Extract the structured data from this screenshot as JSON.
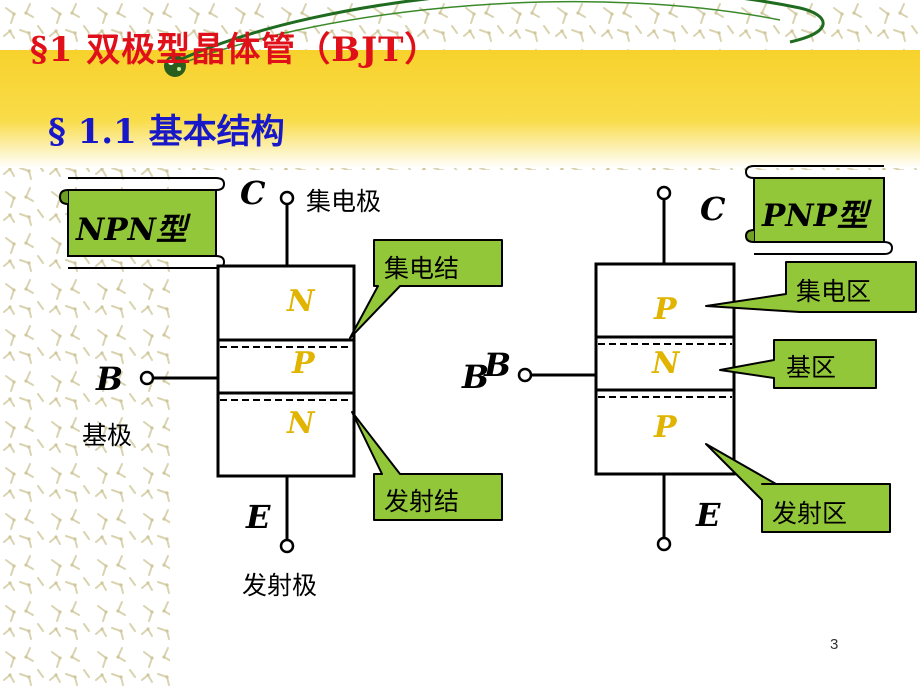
{
  "title": "§1  双极型晶体管（BJT）",
  "subtitle": "§ 1.1  基本结构",
  "npn": {
    "type_label": "NPN型",
    "c": "C",
    "b": "B",
    "e": "E",
    "collector_label": "集电极",
    "base_label": "基极",
    "emitter_label": "发射极",
    "regions": [
      "N",
      "P",
      "N"
    ],
    "callout_top": "集电结",
    "callout_bottom": "发射结"
  },
  "pnp": {
    "type_label": "PNP型",
    "c": "C",
    "b": "B",
    "e": "E",
    "regions": [
      "P",
      "N",
      "P"
    ],
    "callout_top": "集电区",
    "callout_mid": "基区",
    "callout_bottom": "发射区"
  },
  "colors": {
    "title": "#e0101a",
    "subtitle": "#1818c8",
    "band": "#f7d22c",
    "region_letter": "#e0b400",
    "callout_fill": "#93c73a",
    "scroll_fill": "#93c73a"
  },
  "page_number": "3"
}
